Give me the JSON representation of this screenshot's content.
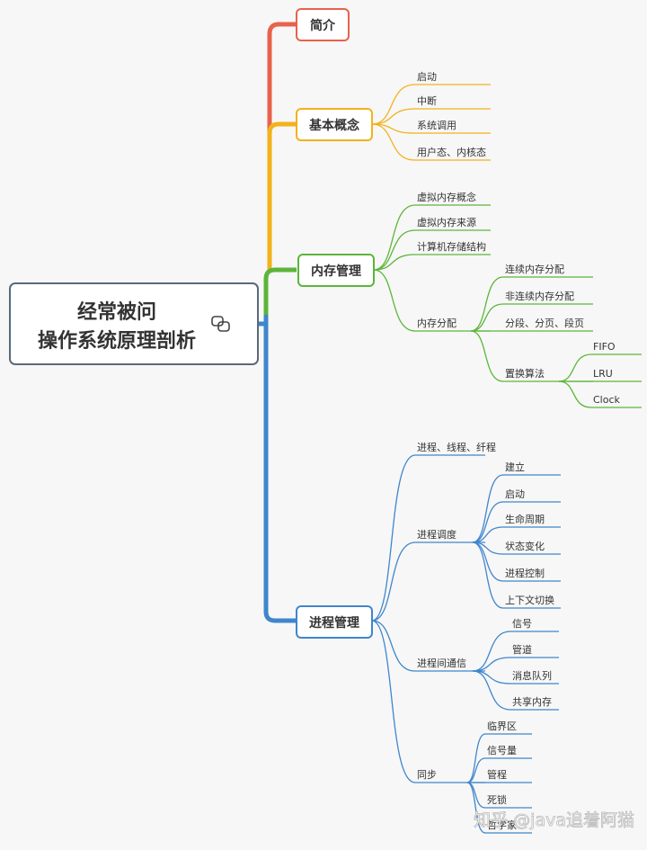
{
  "root": {
    "line1": "经常被问",
    "line2": "操作系统原理剖析",
    "icon": "link-icon"
  },
  "branches": [
    {
      "key": "intro",
      "label": "简介",
      "color": "#e8624c",
      "children": []
    },
    {
      "key": "basic",
      "label": "基本概念",
      "color": "#f2b21c",
      "children": [
        "启动",
        "中断",
        "系统调用",
        "用户态、内核态"
      ]
    },
    {
      "key": "memory",
      "label": "内存管理",
      "color": "#5cb53a",
      "children": [
        "虚拟内存概念",
        "虚拟内存来源",
        "计算机存储结构",
        "内存分配"
      ],
      "alloc": [
        "连续内存分配",
        "非连续内存分配",
        "分段、分页、段页",
        "置换算法"
      ],
      "replace": [
        "FIFO",
        "LRU",
        "Clock"
      ]
    },
    {
      "key": "process",
      "label": "进程管理",
      "color": "#3f86cc",
      "children": [
        "进程、线程、纤程",
        "进程调度",
        "进程间通信",
        "同步"
      ],
      "sched": [
        "建立",
        "启动",
        "生命周期",
        "状态变化",
        "进程控制",
        "上下文切换"
      ],
      "ipc": [
        "信号",
        "管道",
        "消息队列",
        "共享内存"
      ],
      "sync": [
        "临界区",
        "信号量",
        "管程",
        "死锁",
        "哲学家"
      ]
    }
  ],
  "watermark": "知乎 @java追着阿猫"
}
